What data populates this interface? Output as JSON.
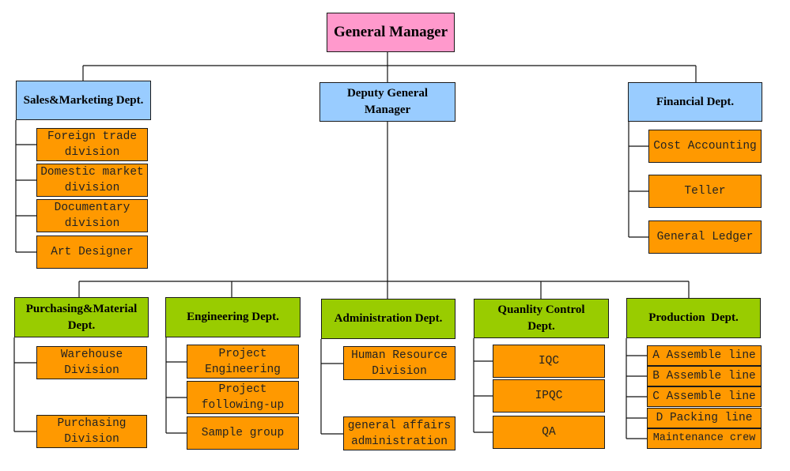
{
  "colors": {
    "top": "#ff99cc",
    "upper_dept": "#99ccff",
    "lower_dept": "#99cc00",
    "division": "#ff9900"
  },
  "general_manager": "General Manager",
  "sales": {
    "title": "Sales&Marketing Dept.",
    "items": [
      "Foreign trade division",
      "Domestic market division",
      "Documentary division",
      "Art Designer"
    ]
  },
  "deputy": {
    "title": "Deputy General Manager"
  },
  "financial": {
    "title": "Financial Dept.",
    "items": [
      "Cost Accounting",
      "Teller",
      "General Ledger"
    ]
  },
  "purchasing": {
    "title": "Purchasing&Material Dept.",
    "items": [
      "Warehouse Division",
      "Purchasing Division"
    ]
  },
  "engineering": {
    "title": "Engineering Dept.",
    "items": [
      "Project Engineering",
      "Project following-up",
      "Sample group"
    ]
  },
  "administration": {
    "title": "Administration Dept.",
    "items": [
      "Human Resource Division",
      "general affairs administration"
    ]
  },
  "quality": {
    "title": "Quanlity Control Dept.",
    "items": [
      "IQC",
      "IPQC",
      "QA"
    ]
  },
  "production": {
    "title": "Production  Dept.",
    "items": [
      "A Assemble line",
      "B Assemble line",
      "C Assemble line",
      "D Packing line",
      "Maintenance crew"
    ]
  }
}
